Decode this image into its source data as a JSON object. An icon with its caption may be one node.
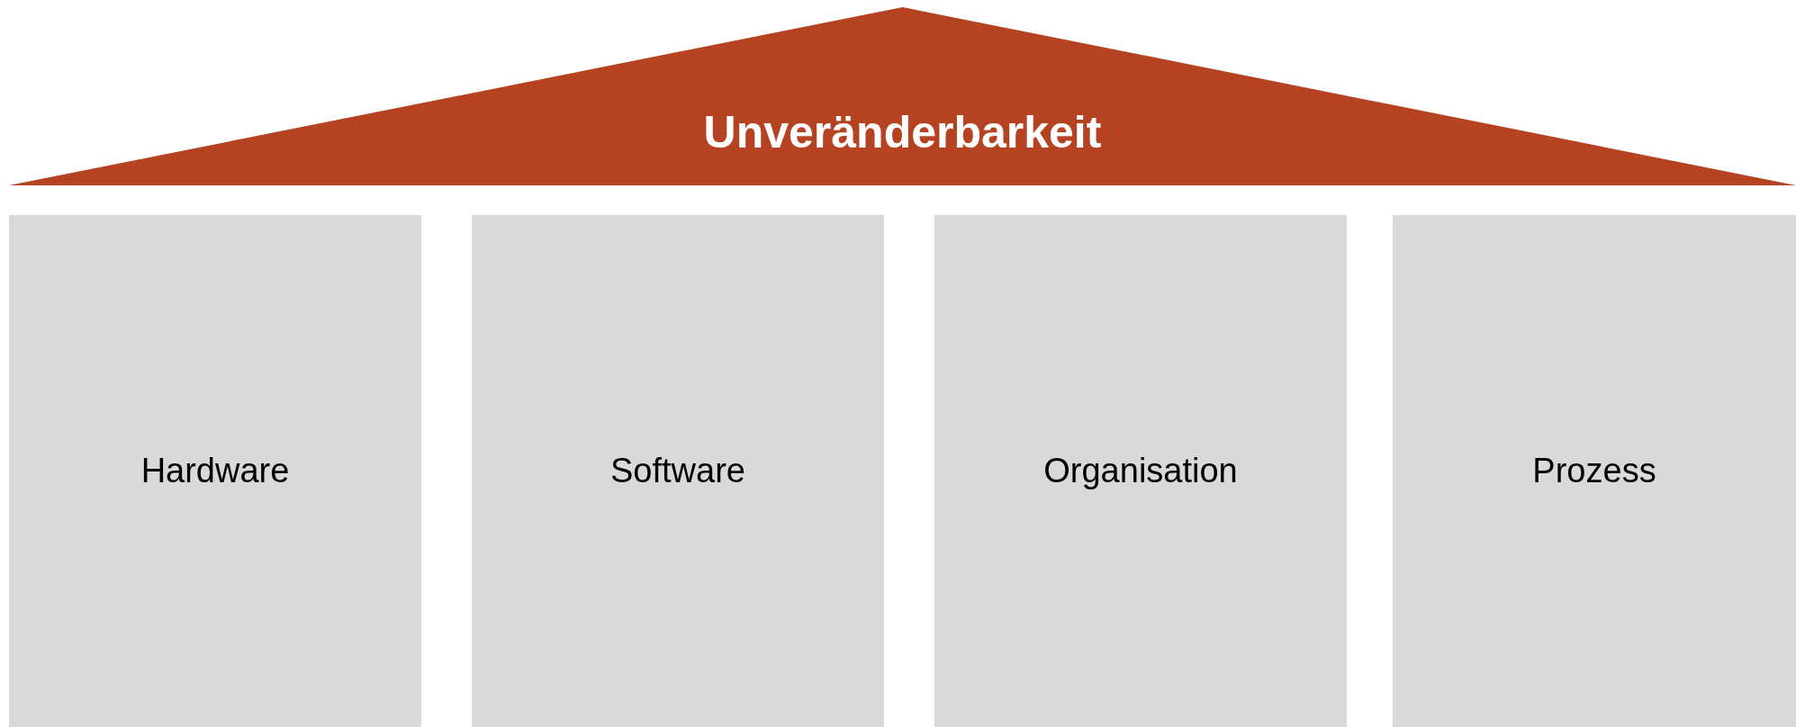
{
  "diagram": {
    "nodes": [
      {
        "text": [
          "Unveränderbarkeit"
        ]
      },
      {
        "text": [
          "Hardware"
        ]
      },
      {
        "text": [
          "Software"
        ]
      },
      {
        "text": [
          "Organisation"
        ]
      },
      {
        "text": [
          "Prozess"
        ]
      }
    ]
  }
}
